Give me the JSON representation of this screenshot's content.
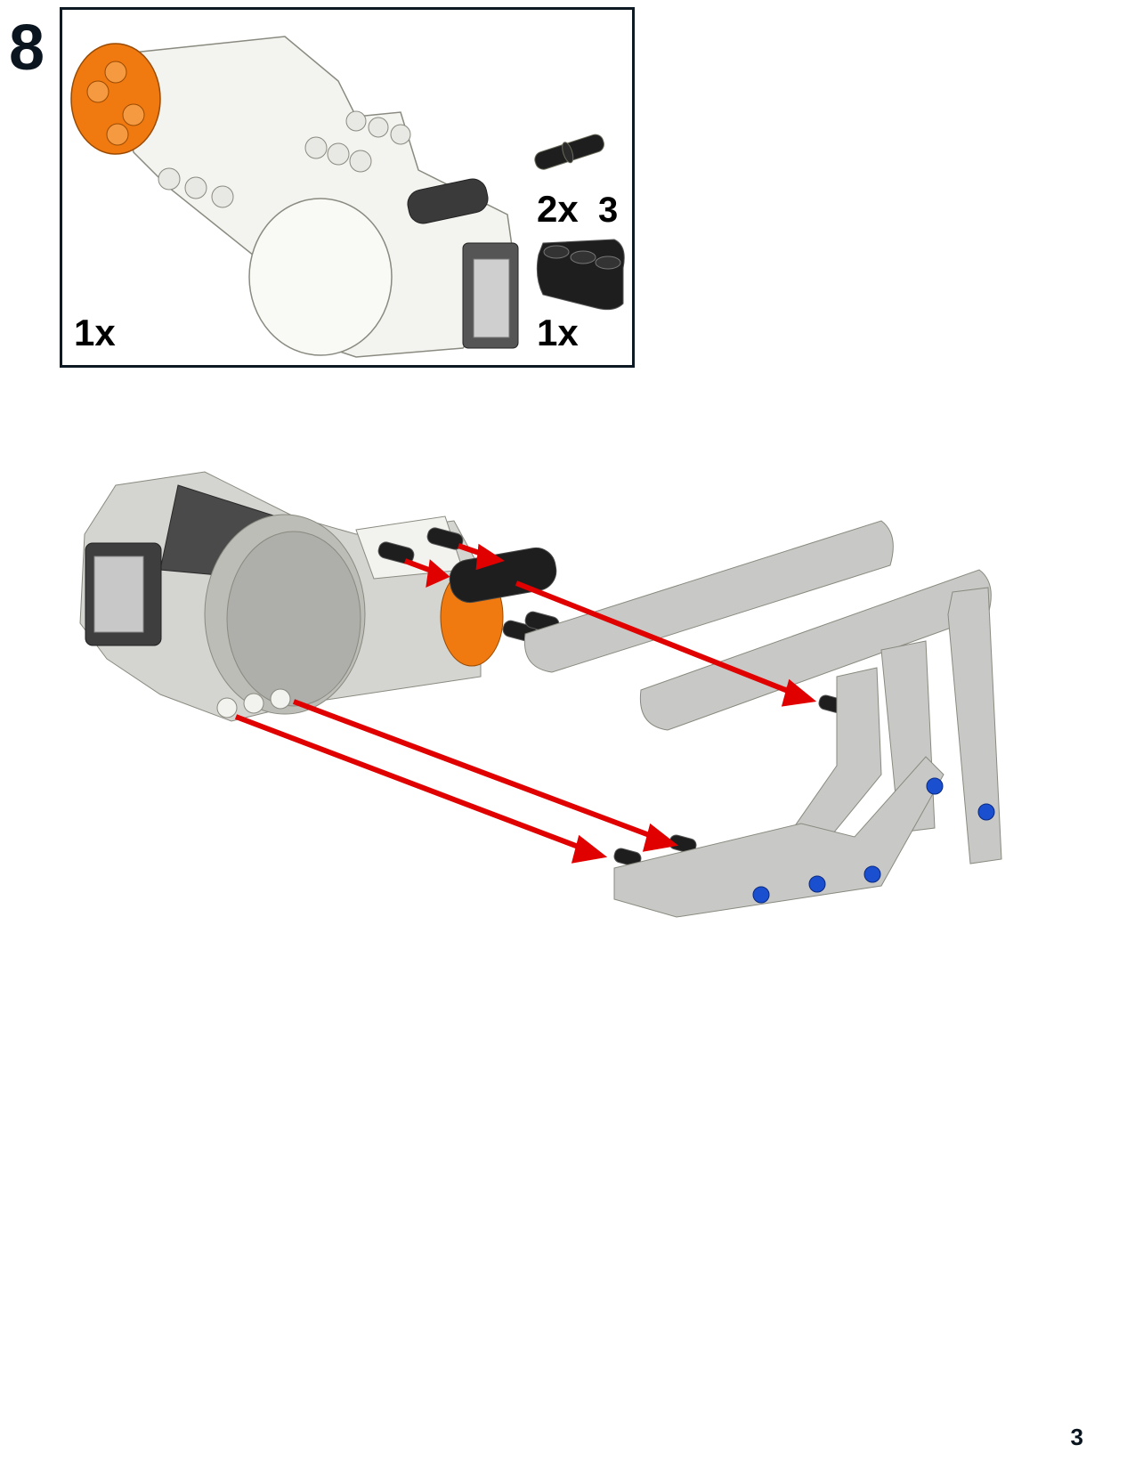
{
  "step": {
    "number": "8"
  },
  "parts_list": {
    "items": [
      {
        "name": "servo-motor",
        "quantity": "1x",
        "color": "#f2f2ee"
      },
      {
        "name": "connector-pin",
        "quantity": "2x",
        "color": "#1e1e1e"
      },
      {
        "name": "thick-liftarm",
        "quantity": "1x",
        "length": "3",
        "color": "#1e1e1e"
      }
    ]
  },
  "assembly": {
    "arrow_color": "#e00000",
    "accent_orange": "#f07a10",
    "liftarm_grey": "#c8c8c6",
    "pin_blue": "#1a4fd0",
    "pin_black": "#1e1e1e"
  },
  "page": {
    "number": "3"
  }
}
